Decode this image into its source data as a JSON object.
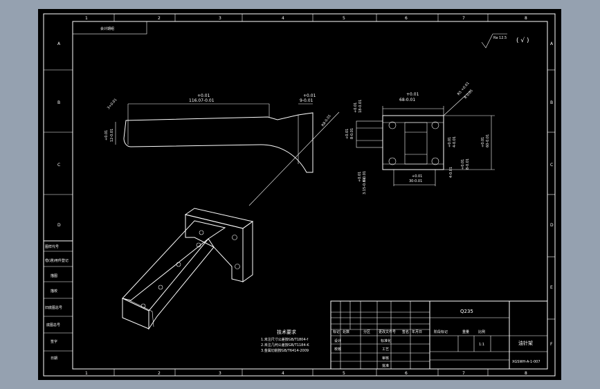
{
  "drawing": {
    "zone_cols": [
      "1",
      "2",
      "3",
      "4",
      "5",
      "6",
      "7",
      "8"
    ],
    "zone_rows": [
      "A",
      "B",
      "C",
      "D",
      "E",
      "F"
    ],
    "top_left_box": "会计期组",
    "roughness_symbol": "Ra 12.5",
    "roughness_bracket": "( √ )",
    "left_strip_labels": [
      "图样代号",
      "借(通)用件登记",
      "描图",
      "描校",
      "旧底图总号",
      "底图总号",
      "签字",
      "日期"
    ],
    "dimensions": {
      "d1": "+0.01",
      "d2": "116.07-0.01",
      "d3": "+0.01",
      "d4": "9-0.01",
      "d5": "3+0.01",
      "d6": "R8-0.01",
      "d7": "+0.01",
      "d8": "12-0.01",
      "d9": "R5 +0.01",
      "d10": "+0.01",
      "d11": "68-0.01",
      "d12": "+0.01",
      "d13": "18-0.01",
      "d14": "+0.01",
      "d15": "8-0.01",
      "d16": "+0.01",
      "d17": "4-0.01",
      "d18": "+0.01",
      "d19": "8-0.01",
      "d20": "+0.01",
      "d21": "60-0.01",
      "d22": "+0.01",
      "d23": "6-0.01",
      "d24": "3.15-0.01",
      "d25": "+0.01",
      "d26": "30-0.01",
      "d27": "4-0.01",
      "d28": "R 0.01"
    },
    "tech_title": "技术要求",
    "tech_notes": [
      "1.未注尺寸公差按GB/T1804-f",
      "2.未注几何公差按GB/T1184-K",
      "3.金属切削按GB/T6414-2009"
    ],
    "title_block": {
      "material": "Q235",
      "header_cols": [
        "标记",
        "处数",
        "分区",
        "更改文件号",
        "签名",
        "年月日"
      ],
      "stage_label": "阶段标记",
      "weight_label": "重量",
      "scale_label": "比例",
      "scale_value": "1:1",
      "row_labels_left": [
        "设计",
        "校核"
      ],
      "row_labels_mid": [
        "标准化",
        "工艺",
        "审核",
        "批准"
      ],
      "part_name": "油针架",
      "drawing_number": "XGSWH-A-1-007"
    }
  }
}
